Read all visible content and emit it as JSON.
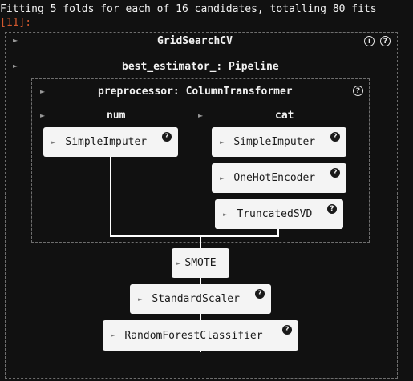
{
  "log_line": "Fitting 5 folds for each of 16 candidates, totalling 80 fits",
  "cell_prompt": "[11]:",
  "grid_search": {
    "title": "GridSearchCV",
    "info_icon": "i",
    "help_icon": "?"
  },
  "best_estimator": {
    "title": "best_estimator_: Pipeline"
  },
  "preprocessor": {
    "title": "preprocessor: ColumnTransformer",
    "help_icon": "?"
  },
  "num_branch": {
    "title": "num",
    "steps": [
      "SimpleImputer"
    ]
  },
  "cat_branch": {
    "title": "cat",
    "steps": [
      "SimpleImputer",
      "OneHotEncoder",
      "TruncatedSVD"
    ]
  },
  "pipeline_steps": [
    "SMOTE",
    "StandardScaler",
    "RandomForestClassifier"
  ],
  "arrow_glyph": "►",
  "help_glyph": "?"
}
